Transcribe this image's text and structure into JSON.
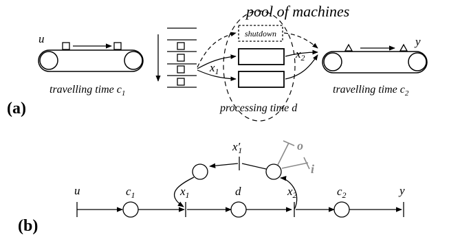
{
  "panel_a": {
    "label": "(a)",
    "title": "pool of machines",
    "shutdown_label": "shutdown",
    "input_symbol": "u",
    "output_symbol": "y",
    "x1": "x",
    "x1_sub": "1",
    "x2": "x",
    "x2_sub": "2",
    "travel1": "travelling time c",
    "travel1_sub": "1",
    "travel2": "travelling time c",
    "travel2_sub": "2",
    "processing": "processing time d"
  },
  "panel_b": {
    "label": "(b)",
    "u": "u",
    "c1": "c",
    "c1_sub": "1",
    "x1": "x",
    "x1_sub": "1",
    "d": "d",
    "x2": "x",
    "x2_sub": "2",
    "c2": "c",
    "c2_sub": "2",
    "y": "y",
    "x1p": "x′",
    "x1p_sub": "1",
    "o": "o",
    "i": "i"
  }
}
